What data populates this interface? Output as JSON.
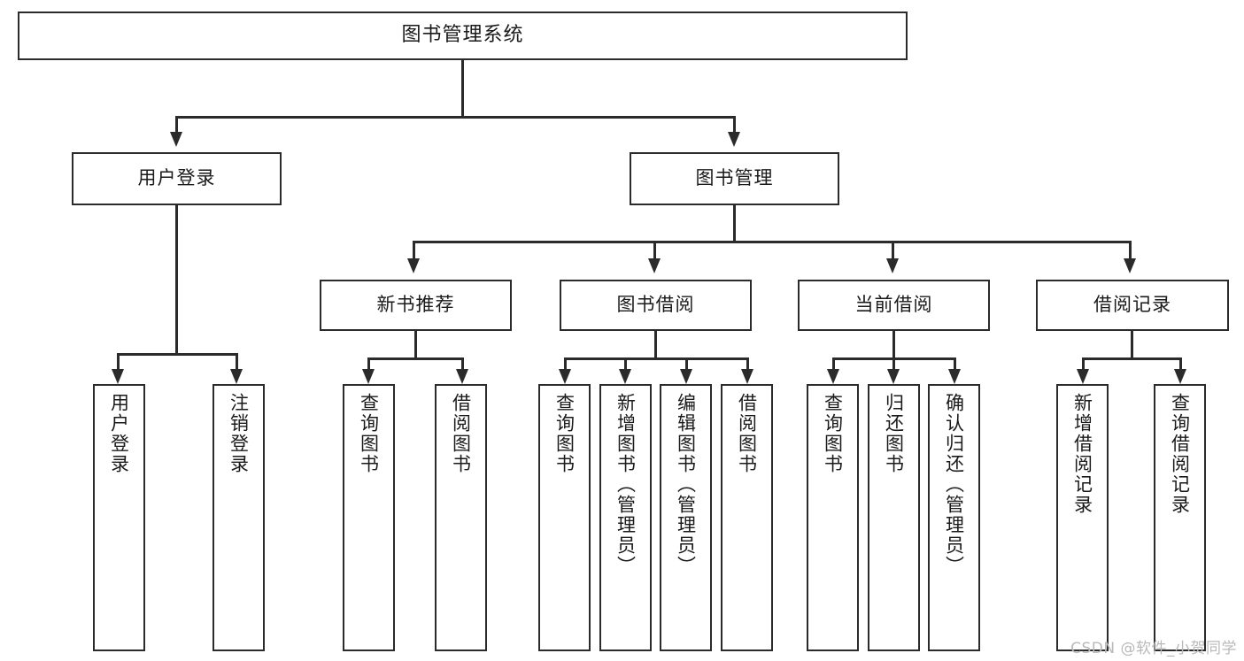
{
  "diagram": {
    "title": "图书管理系统",
    "type": "tree-hierarchy-chart",
    "watermark": "CSDN @软件_小贺同学",
    "colors": {
      "box_border": "#2b2b2b",
      "box_fill": "#ffffff",
      "connector": "#2b2b2b",
      "text": "#1a1a1a",
      "watermark": "#b9b9b9",
      "background": "#ffffff"
    },
    "nodes": {
      "root": {
        "label": "图书管理系统"
      },
      "level2": [
        {
          "label": "用户登录"
        },
        {
          "label": "图书管理"
        }
      ],
      "level3": [
        {
          "label": "新书推荐"
        },
        {
          "label": "图书借阅"
        },
        {
          "label": "当前借阅"
        },
        {
          "label": "借阅记录"
        }
      ],
      "leaves": {
        "user_login": [
          {
            "label": "用户登录"
          },
          {
            "label": "注销登录"
          }
        ],
        "new_book_recommend": [
          {
            "label": "查询图书"
          },
          {
            "label": "借阅图书"
          }
        ],
        "book_borrow": [
          {
            "label": "查询图书"
          },
          {
            "label": "新增图书（管理员）"
          },
          {
            "label": "编辑图书（管理员）"
          },
          {
            "label": "借阅图书"
          }
        ],
        "current_borrow": [
          {
            "label": "查询图书"
          },
          {
            "label": "归还图书"
          },
          {
            "label": "确认归还（管理员）"
          }
        ],
        "borrow_record": [
          {
            "label": "新增借阅记录"
          },
          {
            "label": "查询借阅记录"
          }
        ]
      }
    }
  }
}
